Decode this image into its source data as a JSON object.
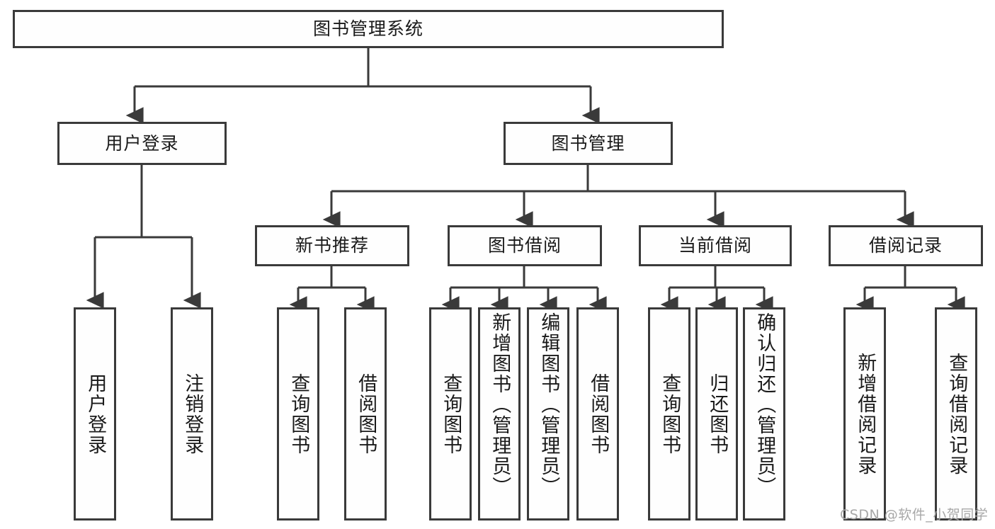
{
  "diagram": {
    "title": "图书管理系统",
    "type": "tree-structure-chart",
    "stroke_color": "#3a3a3a",
    "fill_color": "#fefefe",
    "text_color": "#1a1a1a",
    "background_color": "#ffffff"
  },
  "nodes": {
    "root": {
      "label": "图书管理系统"
    },
    "level2": [
      {
        "label": "用户登录"
      },
      {
        "label": "图书管理"
      }
    ],
    "level3": [
      {
        "label": "新书推荐"
      },
      {
        "label": "图书借阅"
      },
      {
        "label": "当前借阅"
      },
      {
        "label": "借阅记录"
      }
    ],
    "leaves": {
      "user_login": [
        {
          "label": "用户登录"
        },
        {
          "label": "注销登录"
        }
      ],
      "new_book_recommend": [
        {
          "label": "查询图书"
        },
        {
          "label": "借阅图书"
        }
      ],
      "book_borrow": [
        {
          "label": "查询图书"
        },
        {
          "label": "新增图书（管理员）"
        },
        {
          "label": "编辑图书（管理员）"
        },
        {
          "label": "借阅图书"
        }
      ],
      "current_borrow": [
        {
          "label": "查询图书"
        },
        {
          "label": "归还图书"
        },
        {
          "label": "确认归还（管理员）"
        }
      ],
      "borrow_record": [
        {
          "label": "新增借阅记录"
        },
        {
          "label": "查询借阅记录"
        }
      ]
    }
  },
  "watermark": {
    "text": "CSDN @软件_小贺同学"
  }
}
